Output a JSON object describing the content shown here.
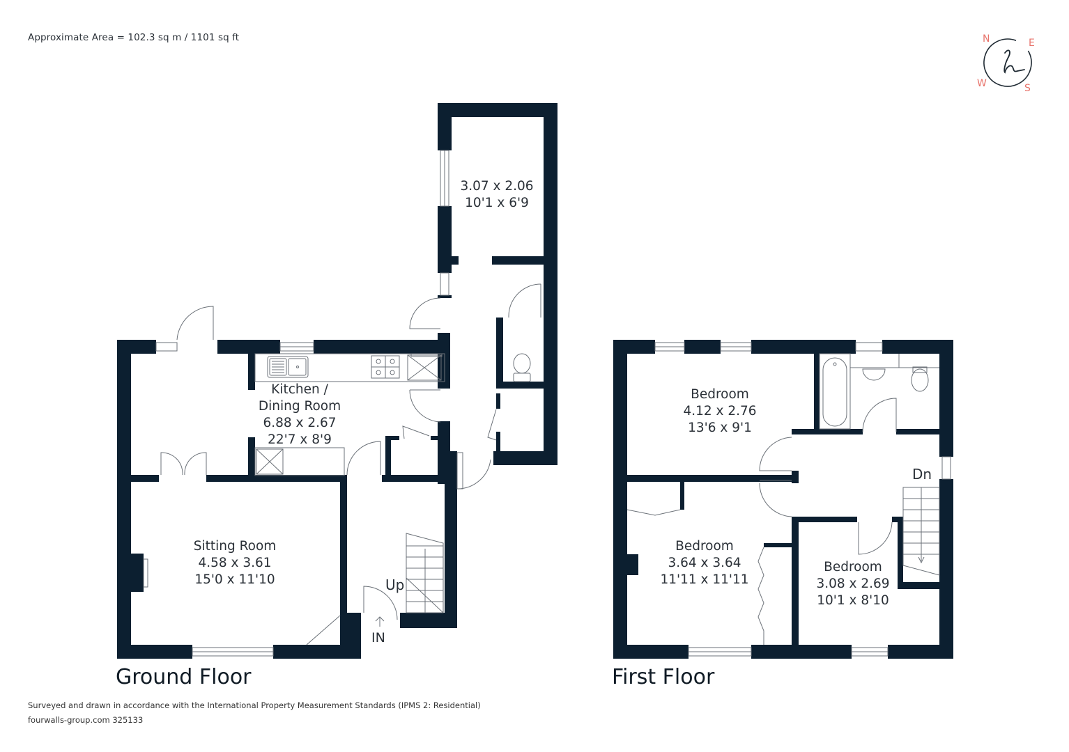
{
  "header": {
    "approximate_area": "Approximate Area = 102.3 sq m / 1101 sq ft"
  },
  "compass": {
    "north": "N",
    "east": "E",
    "south": "S",
    "west": "W",
    "logo_glyph": "h",
    "accent_color": "#e8746c"
  },
  "colors": {
    "wall": "#0c1f30",
    "line": "#6b7178",
    "text": "#2b3138"
  },
  "ground_floor": {
    "title": "Ground Floor",
    "rooms": [
      {
        "name": "",
        "metric": "3.07 x 2.06",
        "imperial": "10'1 x 6'9"
      },
      {
        "name": "Kitchen /",
        "name2": "Dining Room",
        "metric": "6.88 x 2.67",
        "imperial": "22'7 x 8'9"
      },
      {
        "name": "Sitting Room",
        "metric": "4.58 x 3.61",
        "imperial": "15'0 x 11'10"
      }
    ],
    "labels": {
      "up": "Up",
      "entrance": "IN"
    }
  },
  "first_floor": {
    "title": "First Floor",
    "rooms": [
      {
        "name": "Bedroom",
        "metric": "4.12 x 2.76",
        "imperial": "13'6 x 9'1"
      },
      {
        "name": "Bedroom",
        "metric": "3.64 x 3.64",
        "imperial": "11'11 x 11'11"
      },
      {
        "name": "Bedroom",
        "metric": "3.08 x 2.69",
        "imperial": "10'1 x 8'10"
      }
    ],
    "labels": {
      "down": "Dn"
    }
  },
  "footer": {
    "standards": "Surveyed and drawn in accordance with the International Property Measurement Standards (IPMS 2: Residential)",
    "reference": "fourwalls-group.com 325133"
  }
}
